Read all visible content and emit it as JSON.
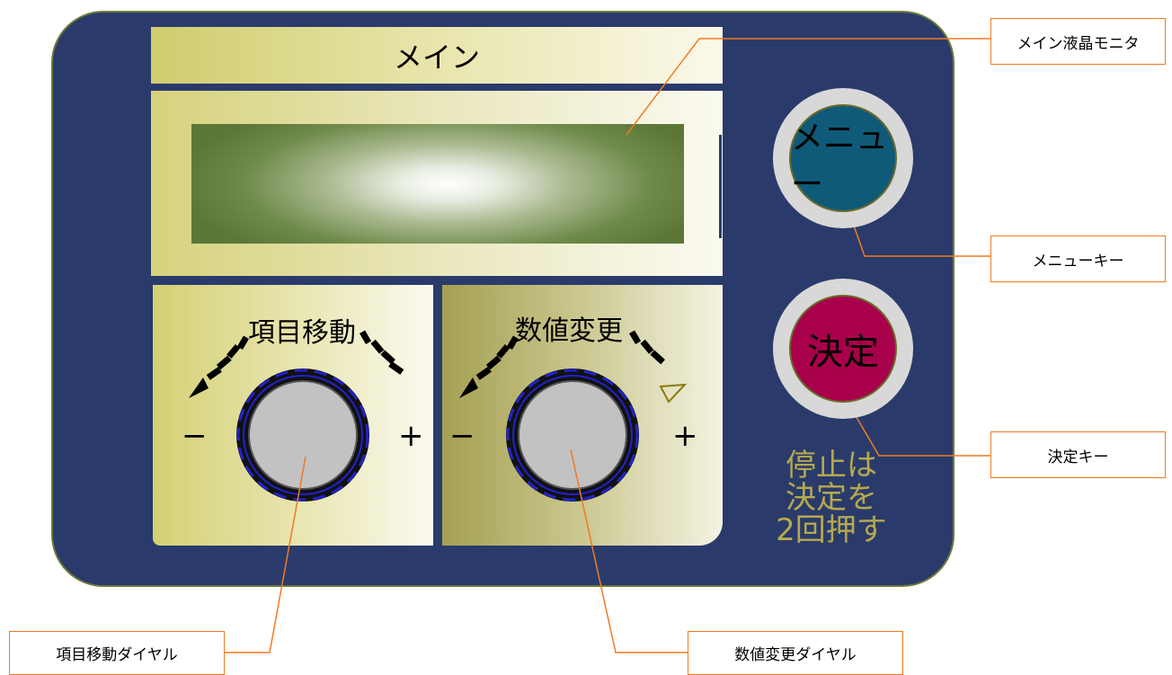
{
  "panel": {
    "title": "メイン",
    "menu_button": "メニュー",
    "enter_button": "決定",
    "stop_note": [
      "停止は",
      "決定を",
      "2回押す"
    ]
  },
  "dials": {
    "left": {
      "label": "項目移動",
      "minus": "−",
      "plus": "+"
    },
    "right": {
      "label": "数値変更",
      "minus": "−",
      "plus": "+"
    }
  },
  "callouts": {
    "main_lcd": "メイン液晶モニタ",
    "menu_key": "メニューキー",
    "enter_key": "決定キー",
    "item_dial": "項目移動ダイヤル",
    "value_dial": "数値変更ダイヤル"
  },
  "colors": {
    "panel_bg": "#2a3b6b",
    "menu_button": "#0f5a78",
    "enter_button": "#a8004a",
    "callout_border": "#f07a22",
    "note_text": "#b5a94f",
    "dial_ring": "#2222cc"
  }
}
